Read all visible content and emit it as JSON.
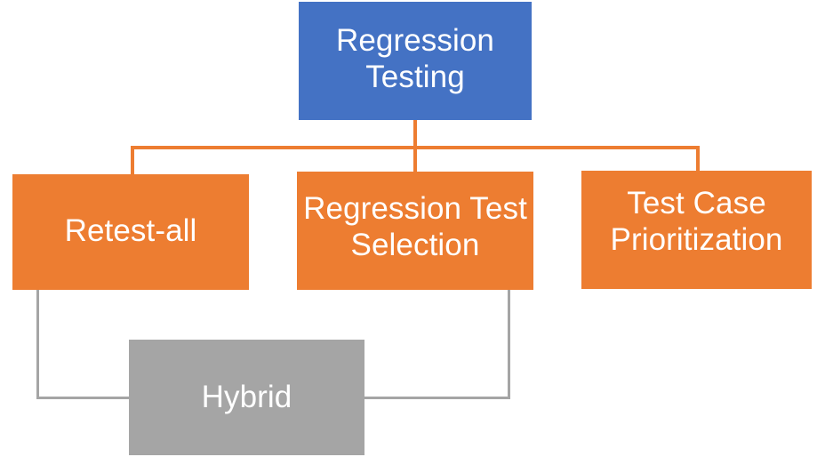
{
  "diagram": {
    "title": "Regression Testing",
    "background_color": "#FFFFFF",
    "palette": {
      "root": "#4472C4",
      "branch": "#ED7D31",
      "leaf": "#A5A5A5",
      "text": "#FFFFFF"
    },
    "nodes": {
      "root": {
        "label": "Regression Testing",
        "line1": "Regression",
        "line2": "Testing",
        "color": "#4472C4",
        "level": 0
      },
      "retest_all": {
        "label": "Retest-all",
        "color": "#ED7D31",
        "level": 1
      },
      "regression_test_selection": {
        "label": "Regression Test Selection",
        "line1": "Regression",
        "line2": "Test Selection",
        "color": "#ED7D31",
        "level": 1
      },
      "test_case_prioritization": {
        "label": "Test Case Prioritization",
        "line1": "Test Case",
        "line2": "Prioritization",
        "color": "#ED7D31",
        "level": 1
      },
      "hybrid": {
        "label": "Hybrid",
        "color": "#A5A5A5",
        "level": 2
      }
    },
    "edges": [
      {
        "from": "root",
        "to": "retest_all",
        "color": "#ED7D31"
      },
      {
        "from": "root",
        "to": "regression_test_selection",
        "color": "#ED7D31"
      },
      {
        "from": "root",
        "to": "test_case_prioritization",
        "color": "#ED7D31"
      },
      {
        "from": "retest_all",
        "to": "hybrid",
        "color": "#A5A5A5"
      },
      {
        "from": "regression_test_selection",
        "to": "hybrid",
        "color": "#A5A5A5"
      }
    ]
  }
}
